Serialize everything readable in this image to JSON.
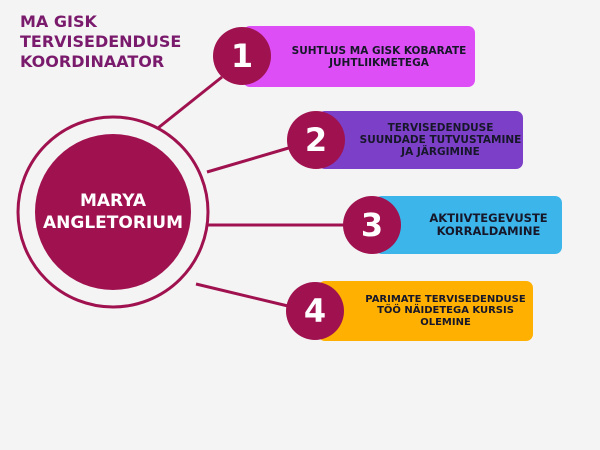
{
  "title": "MA GISK TERVISEDENDUSE KOORDINAATOR",
  "hub": {
    "label": "MARYA ANGLETORIUM",
    "color": "#a0124f"
  },
  "items": [
    {
      "number": "1",
      "text": "SUHTLUS MA GISK KOBARATE JUHTLIIKMETEGA",
      "color": "#dd4ef6"
    },
    {
      "number": "2",
      "text": "TERVISEDENDUSE SUUNDADE TUTVUSTAMINE JA JÄRGIMINE",
      "color": "#7c3fc7"
    },
    {
      "number": "3",
      "text": "AKTIIVTEGEVUSTE KORRALDAMINE",
      "color": "#3cb5ea"
    },
    {
      "number": "4",
      "text": "PARIMATE TERVISEDENDUSE TÖÖ NÄIDETEGA KURSIS OLEMINE",
      "color": "#ffb000"
    }
  ]
}
